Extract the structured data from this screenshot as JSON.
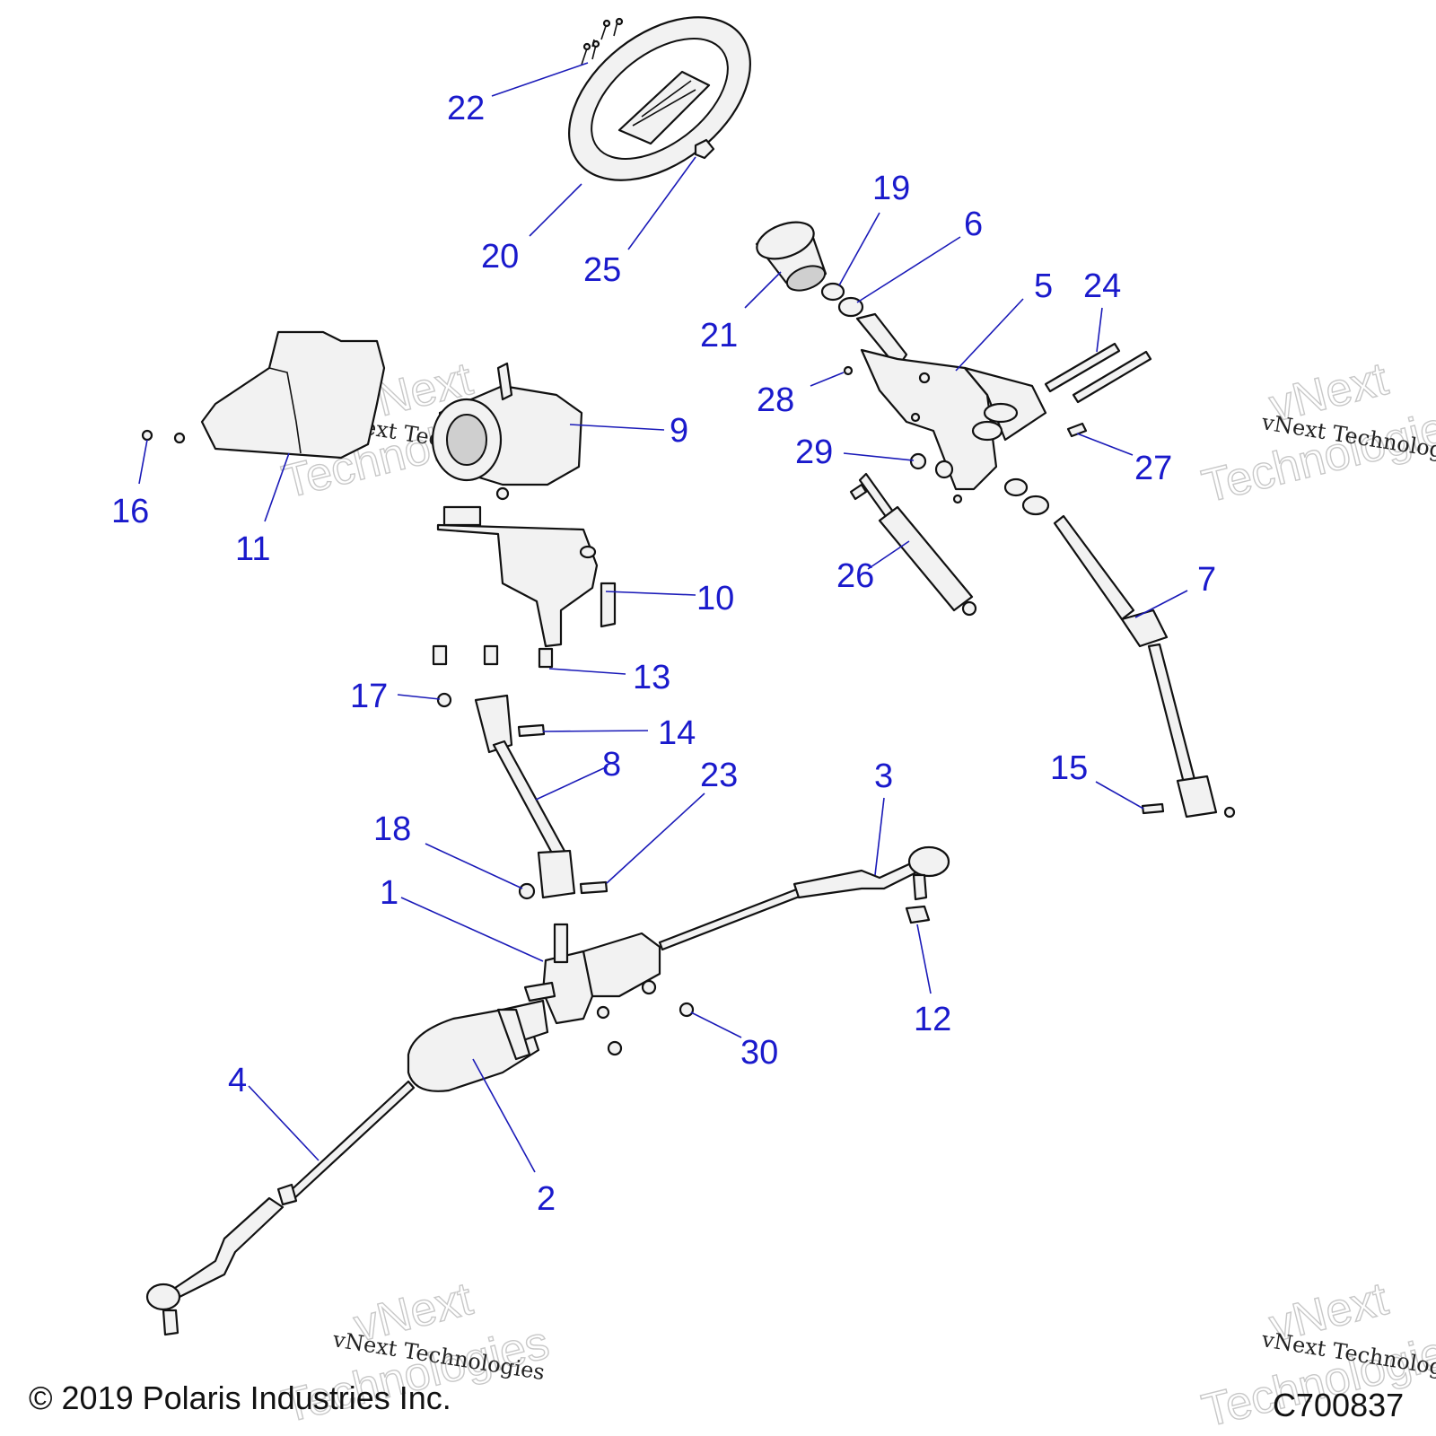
{
  "callouts": {
    "c1": "1",
    "c2": "2",
    "c3": "3",
    "c4": "4",
    "c5": "5",
    "c6": "6",
    "c7": "7",
    "c8": "8",
    "c9": "9",
    "c10": "10",
    "c11": "11",
    "c12": "12",
    "c13": "13",
    "c14": "14",
    "c15": "15",
    "c16": "16",
    "c17": "17",
    "c18": "18",
    "c19": "19",
    "c20": "20",
    "c21": "21",
    "c22": "22",
    "c23": "23",
    "c24": "24",
    "c25": "25",
    "c26": "26",
    "c27": "27",
    "c28": "28",
    "c29": "29",
    "c30": "30"
  },
  "watermark": {
    "line1": "vNext",
    "line2": "Technologies",
    "caption": "vNext Technologies"
  },
  "footer": {
    "copyright": "© 2019 Polaris Industries Inc.",
    "figure_id": "C700837"
  }
}
